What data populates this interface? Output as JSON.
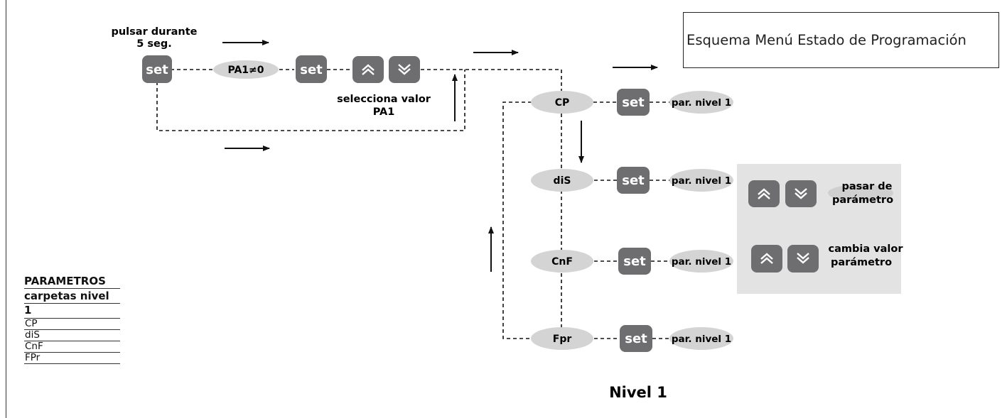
{
  "title": "Esquema Menú Estado de Programación",
  "colors": {
    "button": "#6e6e70",
    "button_text": "#ffffff",
    "oval": "#d4d4d4",
    "legend_panel": "#e3e3e3",
    "line": "#111111"
  },
  "top_flow": {
    "press_label_line1": "pulsar durante",
    "press_label_line2": "5 seg.",
    "set_label": "set",
    "password_oval": "PA1≠0",
    "up_icon": "chevron-up-icon",
    "down_icon": "chevron-down-icon",
    "select_label_line1": "selecciona valor",
    "select_label_line2": "PA1"
  },
  "folders": [
    {
      "name": "CP",
      "set": "set",
      "target": "par. nivel 1"
    },
    {
      "name": "diS",
      "set": "set",
      "target": "par. nivel 1"
    },
    {
      "name": "CnF",
      "set": "set",
      "target": "par. nivel 1"
    },
    {
      "name": "Fpr",
      "set": "set",
      "target": "par. nivel 1"
    }
  ],
  "legend": {
    "row1_line1": "pasar de",
    "row1_line2": "parámetro",
    "row2_line1": "cambia valor",
    "row2_line2": "parámetro"
  },
  "level_label": "Nivel 1",
  "parameters_table": {
    "header1": "PARAMETROS",
    "header2": "carpetas nivel 1",
    "rows": [
      "CP",
      "diS",
      "CnF",
      "FPr"
    ]
  }
}
